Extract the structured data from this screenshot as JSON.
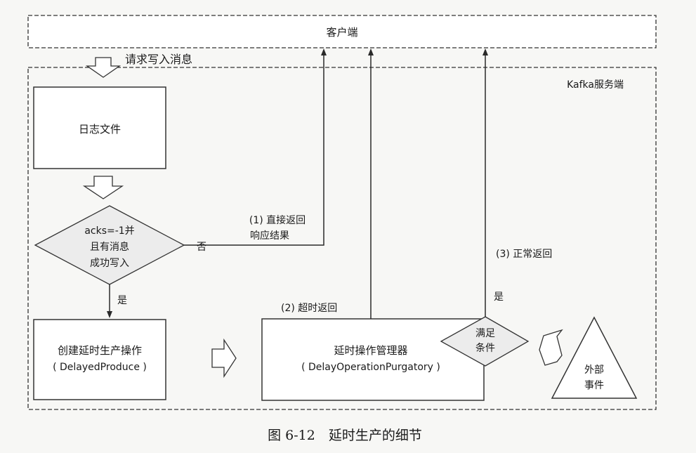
{
  "client_box": {
    "label": "客户端"
  },
  "server_box": {
    "label": "Kafka服务端"
  },
  "request_label": "请求写入消息",
  "log_file": {
    "label": "日志文件"
  },
  "decision": {
    "lines": [
      "acks=-1并",
      "且有消息",
      "成功写入"
    ]
  },
  "no_label": "否",
  "yes_label": "是",
  "direct_return": {
    "lines": [
      "(1) 直接返回",
      "响应结果"
    ]
  },
  "create_delayed": {
    "line1": "创建延时生产操作",
    "line2": "( DelayedProduce )"
  },
  "purgatory": {
    "line1": "延时操作管理器",
    "line2": "( DelayOperationPurgatory )"
  },
  "timeout_return": "(2) 超时返回",
  "condition": {
    "lines": [
      "满足",
      "条件"
    ]
  },
  "condition_yes": "是",
  "normal_return": "(3) 正常返回",
  "external_event": {
    "lines": [
      "外部",
      "事件"
    ]
  },
  "caption": "图 6-12　延时生产的细节",
  "colors": {
    "line": "#2a2a2a",
    "box_fill": "#ffffff",
    "diamond_fill": "#ececec",
    "background": "#f7f7f5"
  }
}
